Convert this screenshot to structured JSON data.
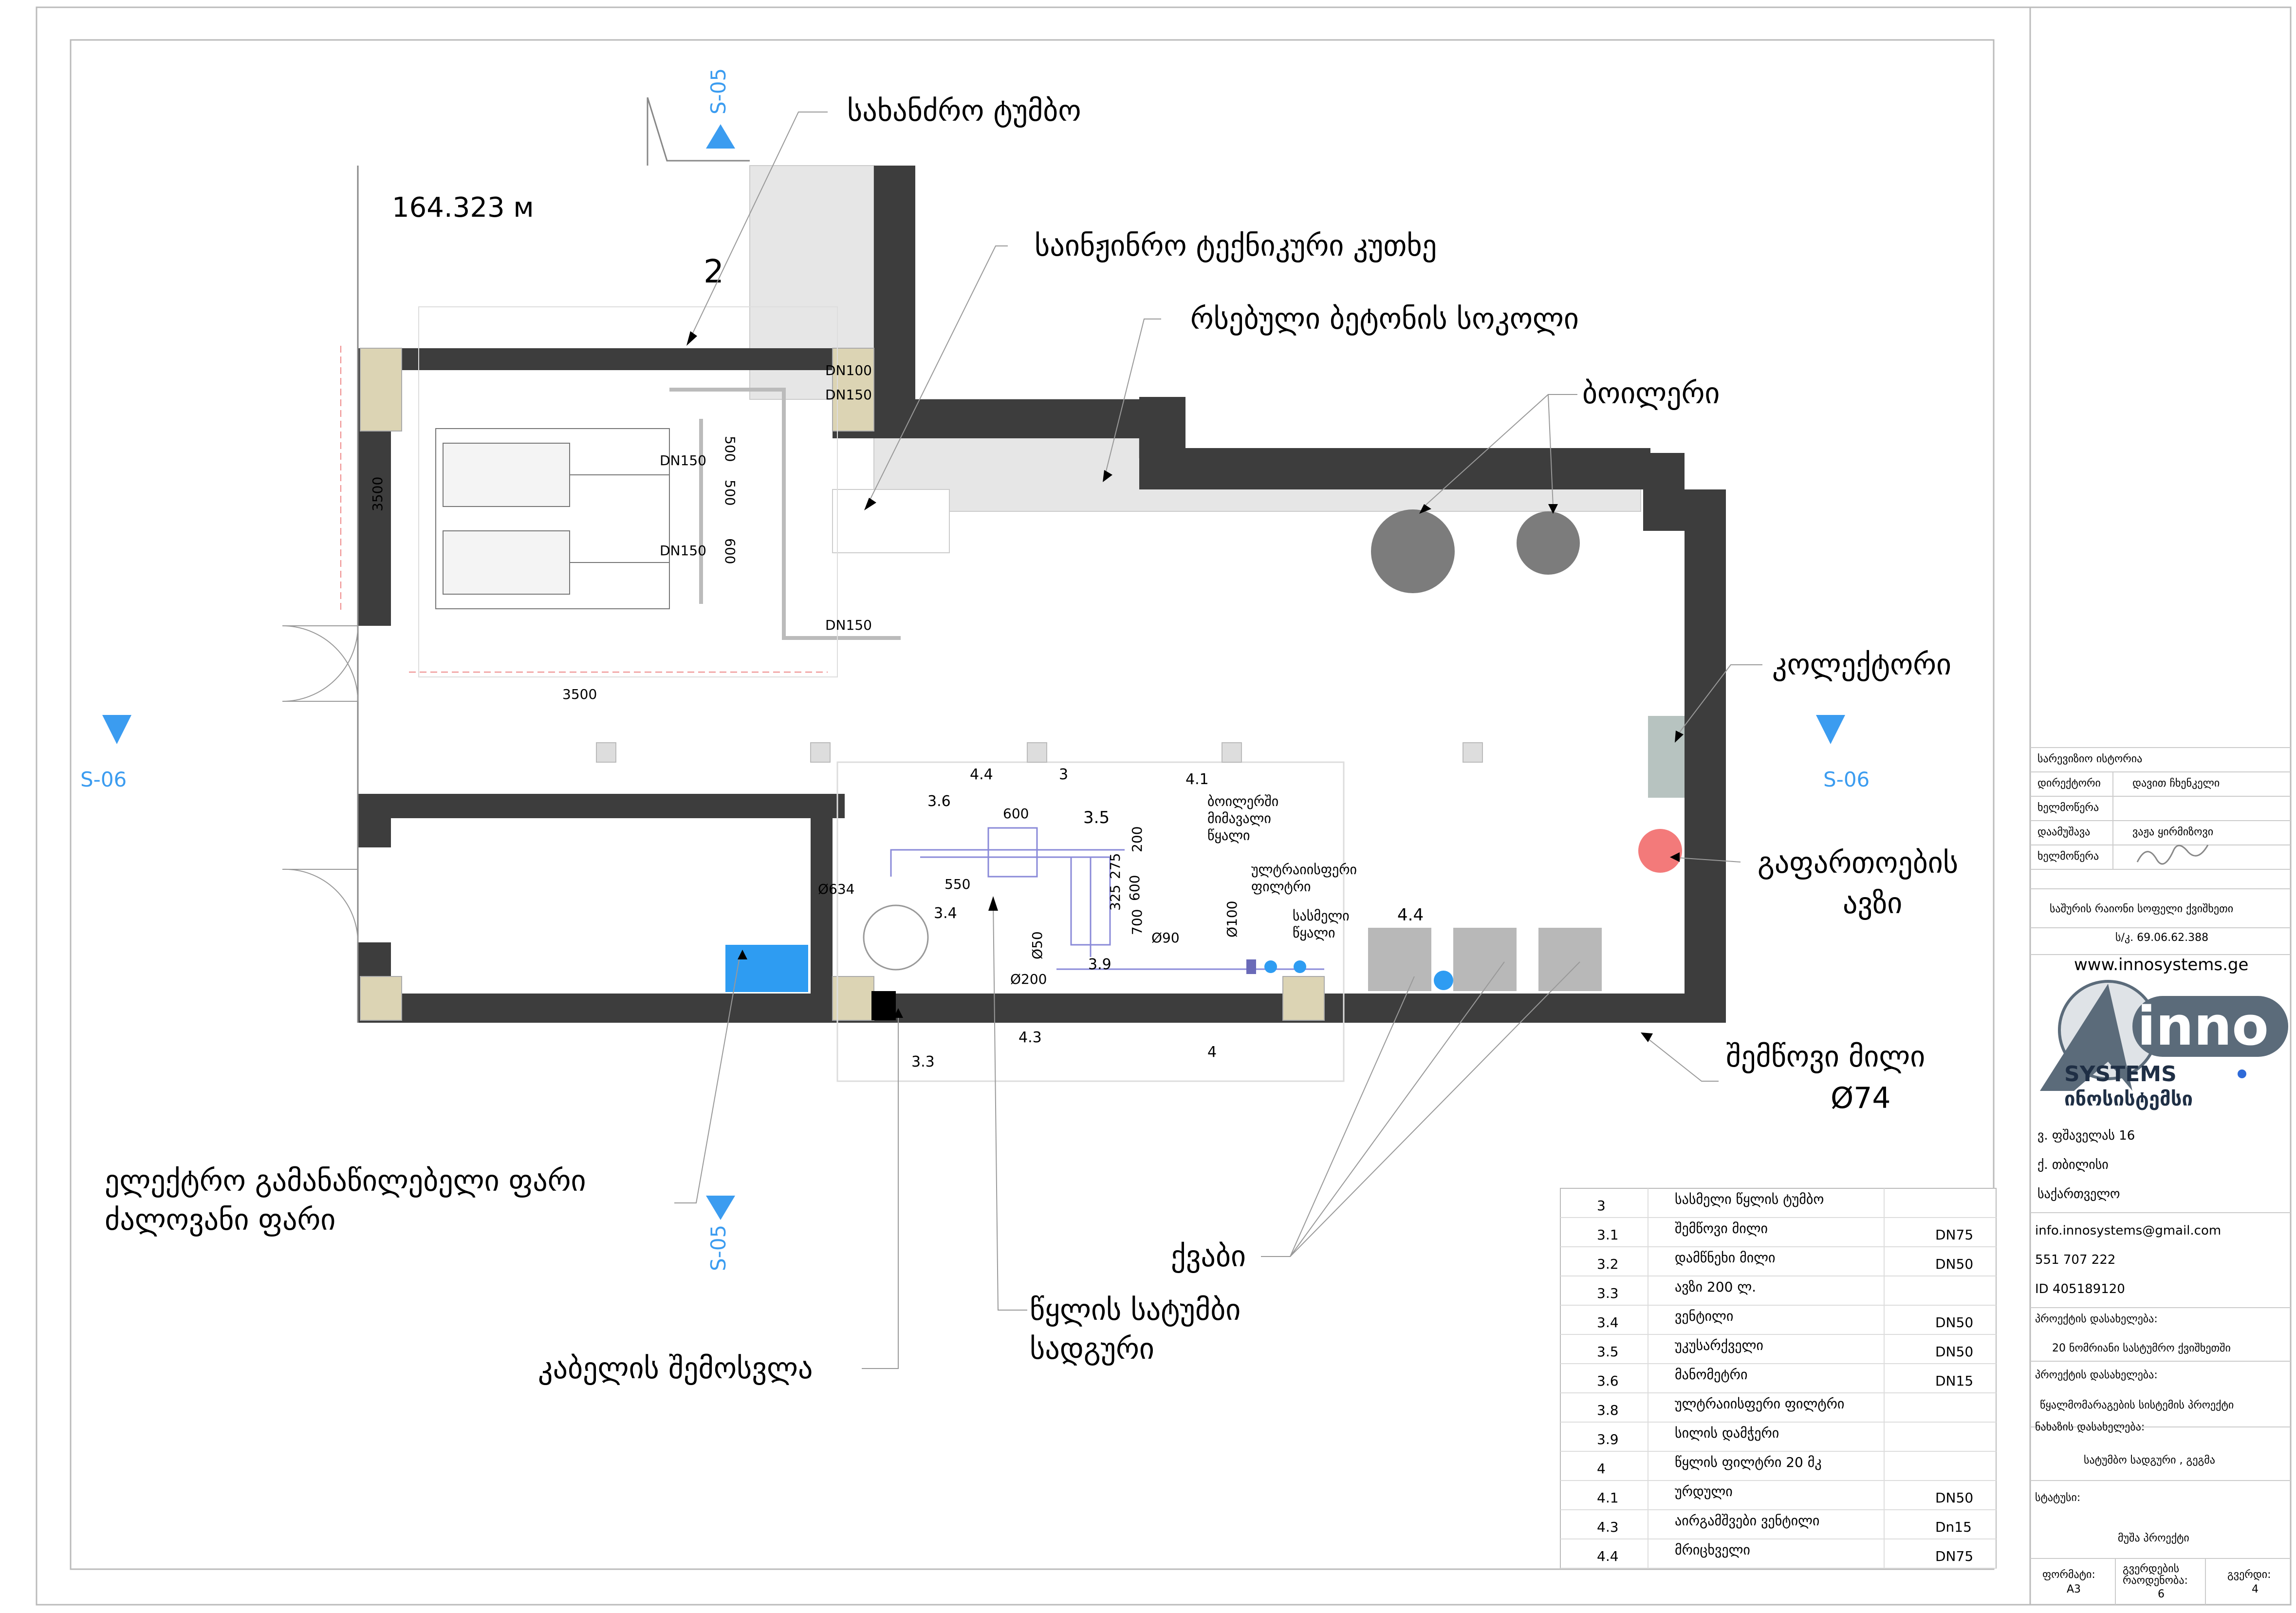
{
  "plan": {
    "elevation": "164.323 м",
    "room_number": "2",
    "section_marks": {
      "s05": "S-05",
      "s06": "S-06"
    },
    "dims": {
      "d3500": "3500",
      "dn100": "DN100",
      "dn150": "DN150",
      "d500": "500",
      "d600": "600",
      "d550": "550",
      "d200": "200",
      "d275": "275",
      "d325": "325",
      "d700": "700",
      "d634": "Ø634",
      "d50": "Ø50",
      "d200o": "Ø200",
      "d90": "Ø90",
      "d100": "Ø100"
    },
    "tags": {
      "t3": "3",
      "t33": "3.3",
      "t34": "3.4",
      "t35": "3.5",
      "t36": "3.6",
      "t39": "3.9",
      "t4": "4",
      "t41": "4.1",
      "t43": "4.3",
      "t44": "4.4"
    },
    "small_labels": {
      "boiler_supply": [
        "ბოილერში",
        "მიმავალი",
        "წყალი"
      ],
      "uv_filter": [
        "ულტრაიისფერი",
        "ფილტრი"
      ],
      "drinking_water": [
        "სასმელი",
        "წყალი"
      ]
    }
  },
  "callouts": {
    "pump_house": "სახანძრო ტუმბო",
    "engineering_corner": "საინჟინრო ტექნიკური კუთხე",
    "concrete_plinth": "რსებული ბეტონის სოკოლი",
    "boilers": "ბოილერი",
    "collector": "კოლექტორი",
    "expansion_tank": [
      "გაფართოების",
      "ავზი"
    ],
    "supply_pipe": [
      "შემწოვი მილი",
      "Ø74"
    ],
    "electrical_panel": [
      "ელექტრო გამანაწილებელი ფარი",
      "ძალოვანი ფარი"
    ],
    "cable_entry": "კაბელის შემოსვლა",
    "stones": "ქვაბი",
    "water_pump_station": [
      "წყლის სატუმბი",
      "სადგური"
    ]
  },
  "legend": {
    "rows": [
      {
        "num": "3",
        "name": "სასმელი წყლის  ტუმბო",
        "dn": ""
      },
      {
        "num": "3.1",
        "name": "შემწოვი მილი",
        "dn": "DN75"
      },
      {
        "num": "3.2",
        "name": "დამწნეხი მილი",
        "dn": "DN50"
      },
      {
        "num": "3.3",
        "name": "ავზი 200 ლ.",
        "dn": ""
      },
      {
        "num": "3.4",
        "name": "ვენტილი",
        "dn": "DN50"
      },
      {
        "num": "3.5",
        "name": "უკუსარქველი",
        "dn": "DN50"
      },
      {
        "num": "3.6",
        "name": "მანომეტრი",
        "dn": "DN15"
      },
      {
        "num": "3.8",
        "name": "ულტრაიისფერი ფილტრი",
        "dn": ""
      },
      {
        "num": "3.9",
        "name": "სილის დამჭერი",
        "dn": ""
      },
      {
        "num": "4",
        "name": "წყლის ფილტრი 20 მკ",
        "dn": ""
      },
      {
        "num": "4.1",
        "name": "ურდული",
        "dn": "DN50"
      },
      {
        "num": "4.3",
        "name": "აირგამშვები ვენტილი",
        "dn": "Dn15"
      },
      {
        "num": "4.4",
        "name": "მრიცხველი",
        "dn": "DN75"
      }
    ]
  },
  "title_block": {
    "revision_history": "სარევიზიო ისტორია",
    "director_label": "დირექტორი",
    "director_name": "დავით ჩხენკელი",
    "signature_label_1": "ხელმოწერა",
    "developed_label": "დაამუშავა",
    "developer_name": "ვაჟა ყირმიზოვი",
    "signature_label_2": "ხელმოწერა",
    "company": "საშურის რაიონი სოფელი ქვიშხეთი",
    "id_code": "ს/კ. 69.06.62.388",
    "website": "www.innosystems.ge",
    "logo_text": "inno",
    "logo_sub": "SYSTEMS",
    "logo_geo": "ინოსისტემსი",
    "address1": "ვ. ფშაველას 16",
    "address2": "ქ. თბილისი",
    "address3": "საქართველო",
    "email": "info.innosystems@gmail.com",
    "phone": "551 707 222",
    "company_id": "ID 405189120",
    "project_name_label": "პროექტის დასახელება:",
    "project_name": "20 ნომრიანი სასტუმრო ქვიშხეთში",
    "project_name_label2": "პროექტის დასახელება:",
    "project_system": "წყალმომარაგების სისტემის პროექტი",
    "drawing_name_label": "ნახაზის დასახელება:",
    "drawing_name": "სატუმბო სადგური , გეგმა",
    "status_label": "სტატუსი:",
    "status": "მუშა პროექტი",
    "format_label": "ფორმატი:",
    "format": "A3",
    "sheets_label": [
      "გვერდების",
      "რაოდენობა:"
    ],
    "sheets": "6",
    "sheet_label": "გვერდი:",
    "sheet": "4"
  }
}
